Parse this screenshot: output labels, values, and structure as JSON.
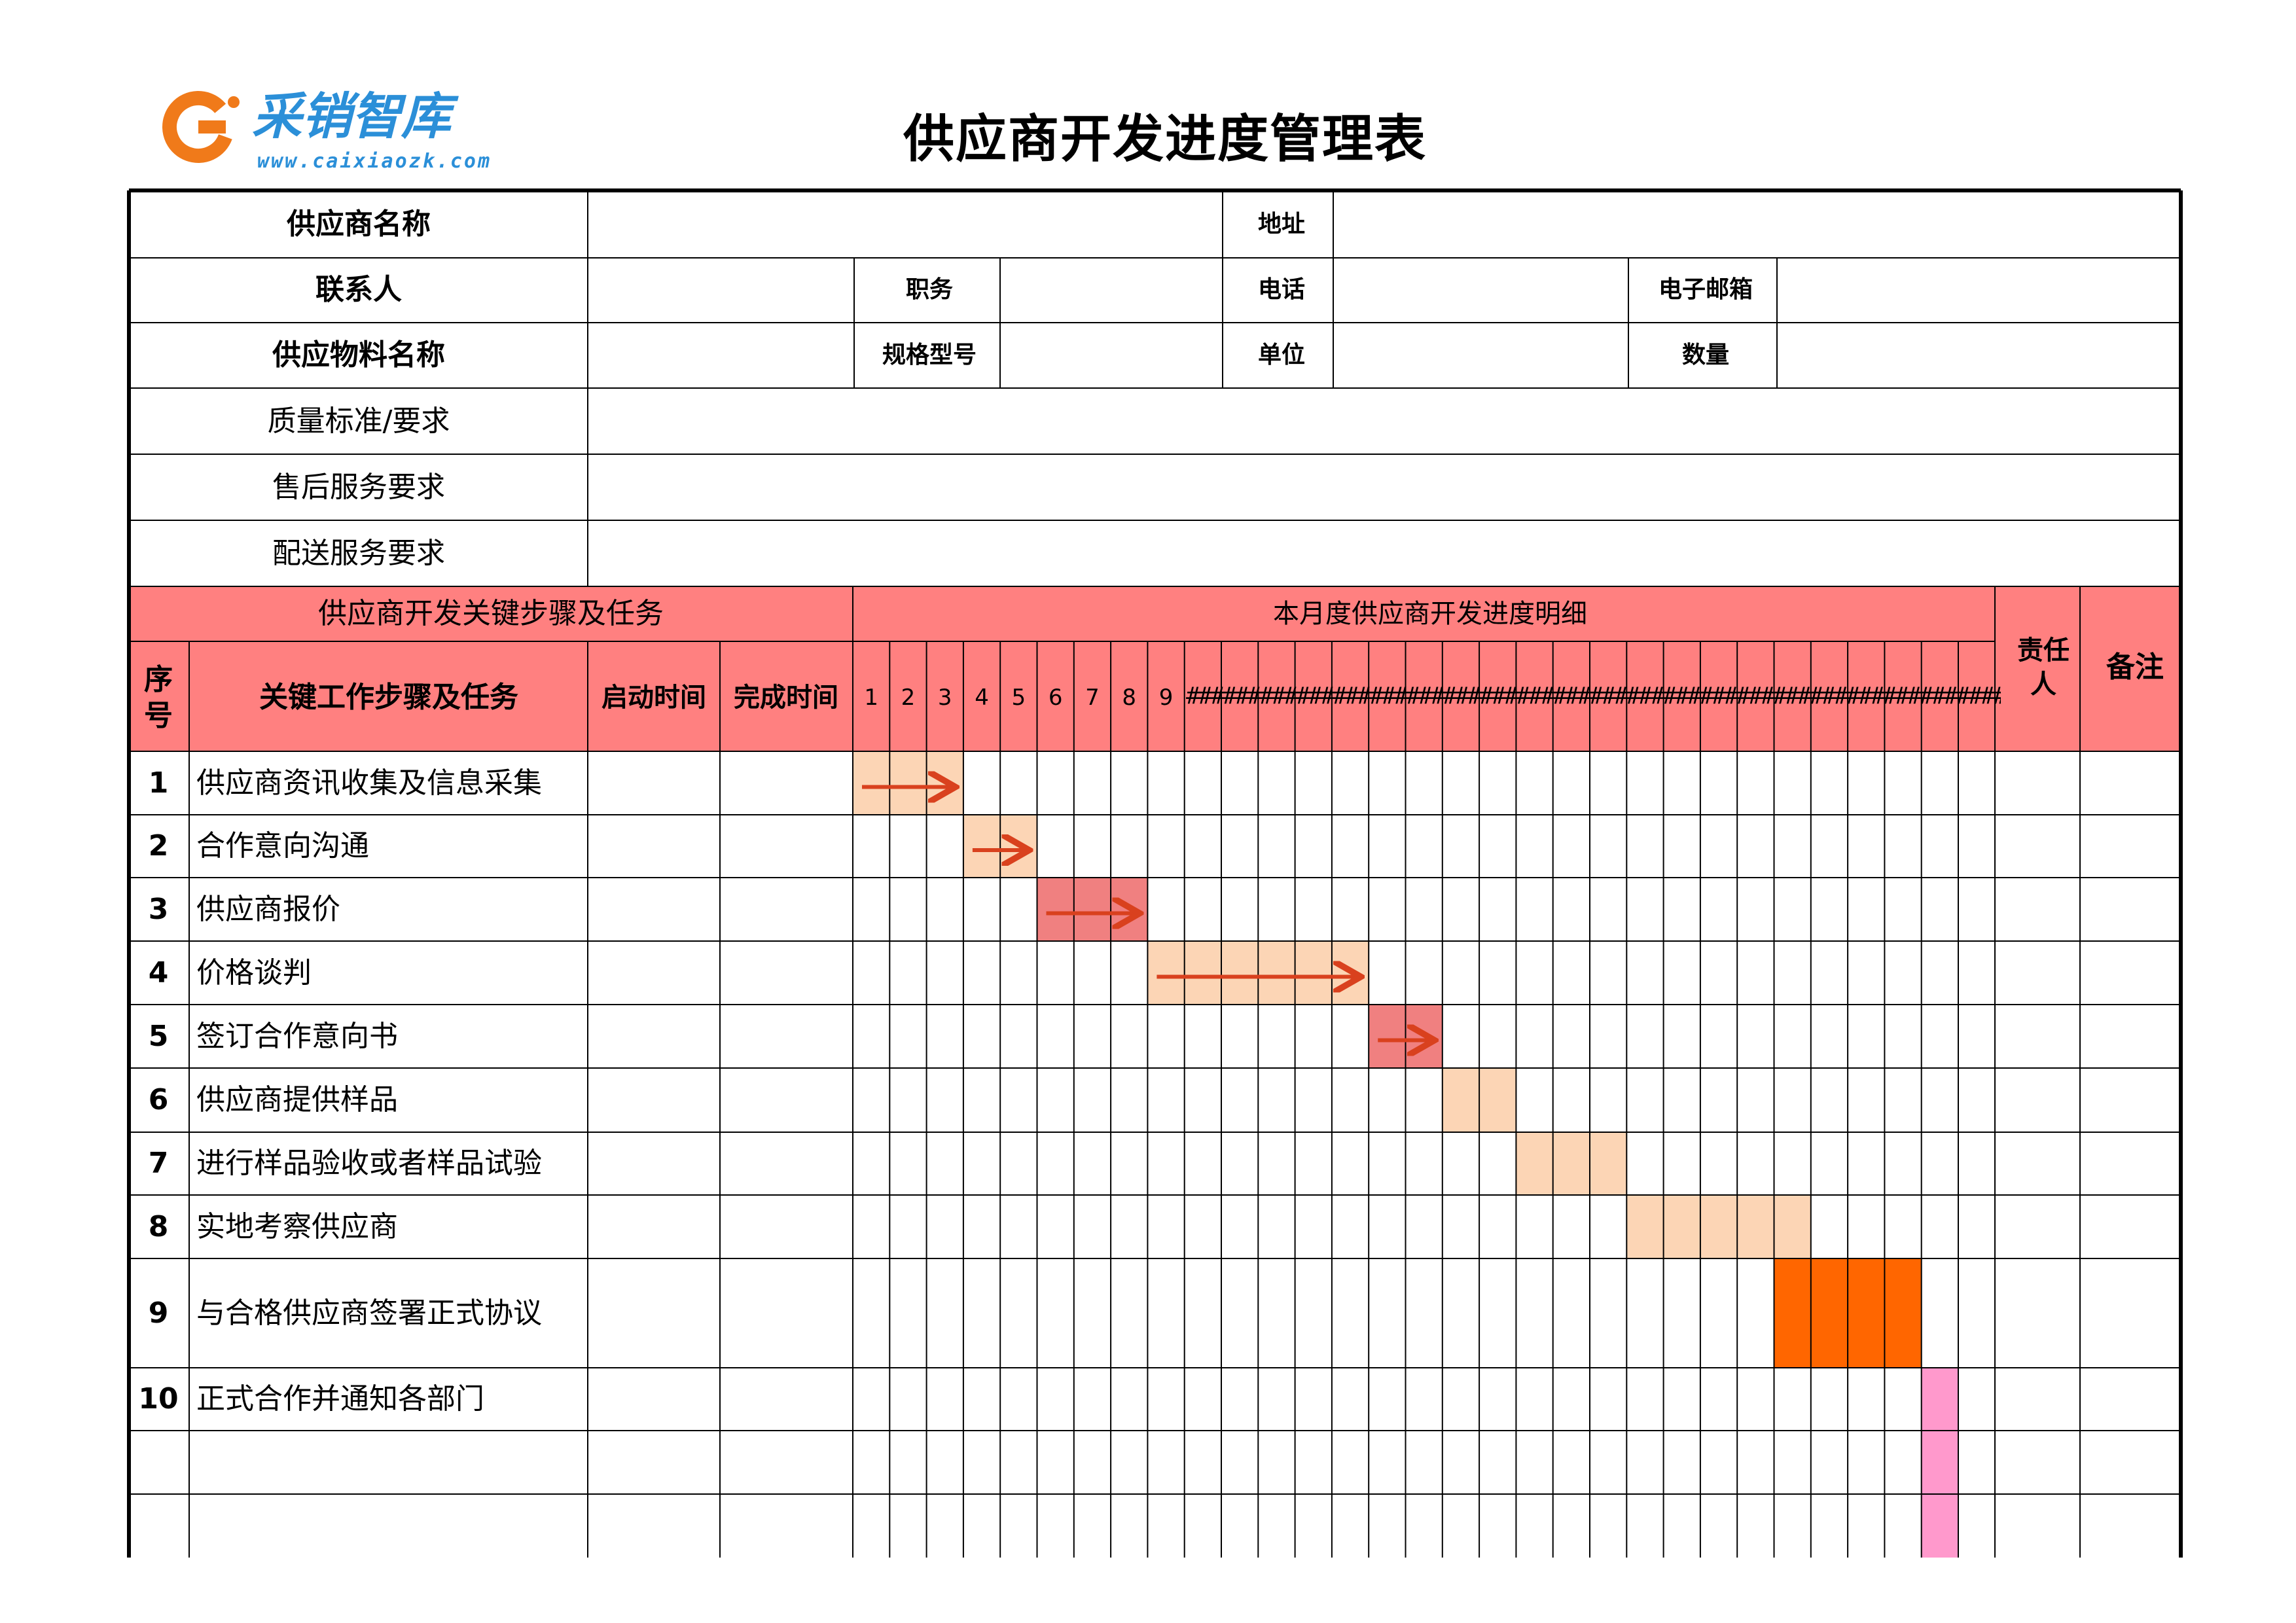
{
  "title": "供应商开发进度管理表",
  "logo": {
    "name": "采销智库",
    "url": "www.caixiaozk.com"
  },
  "info": {
    "supplier_name": "供应商名称",
    "address": "地址",
    "contact": "联系人",
    "position": "职务",
    "phone": "电话",
    "email": "电子邮箱",
    "material_name": "供应物料名称",
    "spec": "规格型号",
    "unit": "单位",
    "quantity": "数量",
    "quality": "质量标准/要求",
    "after_sales": "售后服务要求",
    "delivery": "配送服务要求"
  },
  "section": {
    "steps_header": "供应商开发关键步骤及任务",
    "progress_header": "本月度供应商开发进度明细",
    "owner": "责任人",
    "remark": "备注"
  },
  "columns": {
    "seq": "序号",
    "task": "关键工作步骤及任务",
    "start": "启动时间",
    "finish": "完成时间",
    "days": [
      "1",
      "2",
      "3",
      "4",
      "5",
      "6",
      "7",
      "8",
      "9"
    ],
    "overflow": "##################################################################################"
  },
  "tasks": [
    {
      "no": "1",
      "name": "供应商资讯收集及信息采集",
      "bar": [
        1,
        3
      ],
      "color": "#fcd5b5",
      "arrow": true
    },
    {
      "no": "2",
      "name": "合作意向沟通",
      "bar": [
        4,
        5
      ],
      "color": "#fcd5b5",
      "arrow": true
    },
    {
      "no": "3",
      "name": "供应商报价",
      "bar": [
        6,
        8
      ],
      "color": "#f08080",
      "arrow": true
    },
    {
      "no": "4",
      "name": "价格谈判",
      "bar": [
        9,
        14
      ],
      "color": "#fcd5b5",
      "arrow": true
    },
    {
      "no": "5",
      "name": "签订合作意向书",
      "bar": [
        15,
        16
      ],
      "color": "#f08080",
      "arrow": true
    },
    {
      "no": "6",
      "name": "供应商提供样品",
      "bar": [
        17,
        18
      ],
      "color": "#fcd5b5",
      "arrow": false
    },
    {
      "no": "7",
      "name": "进行样品验收或者样品试验",
      "bar": [
        19,
        21
      ],
      "color": "#fcd5b5",
      "arrow": false
    },
    {
      "no": "8",
      "name": "实地考察供应商",
      "bar": [
        22,
        26
      ],
      "color": "#fcd5b5",
      "arrow": false
    },
    {
      "no": "9",
      "name": "与合格供应商签署正式协议",
      "bar": [
        26,
        29
      ],
      "color": "#ff6600",
      "arrow": false
    },
    {
      "no": "10",
      "name": "正式合作并通知各部门",
      "bar": [
        30,
        30
      ],
      "color": "#ff99cc",
      "arrow": false
    },
    {
      "no": "",
      "name": "",
      "bar": [
        30,
        30
      ],
      "color": "#ff99cc",
      "arrow": false
    },
    {
      "no": "",
      "name": "",
      "bar": [
        30,
        30
      ],
      "color": "#ff99cc",
      "arrow": false
    }
  ],
  "colors": {
    "header": "#ff8080",
    "grid": "#000000"
  }
}
